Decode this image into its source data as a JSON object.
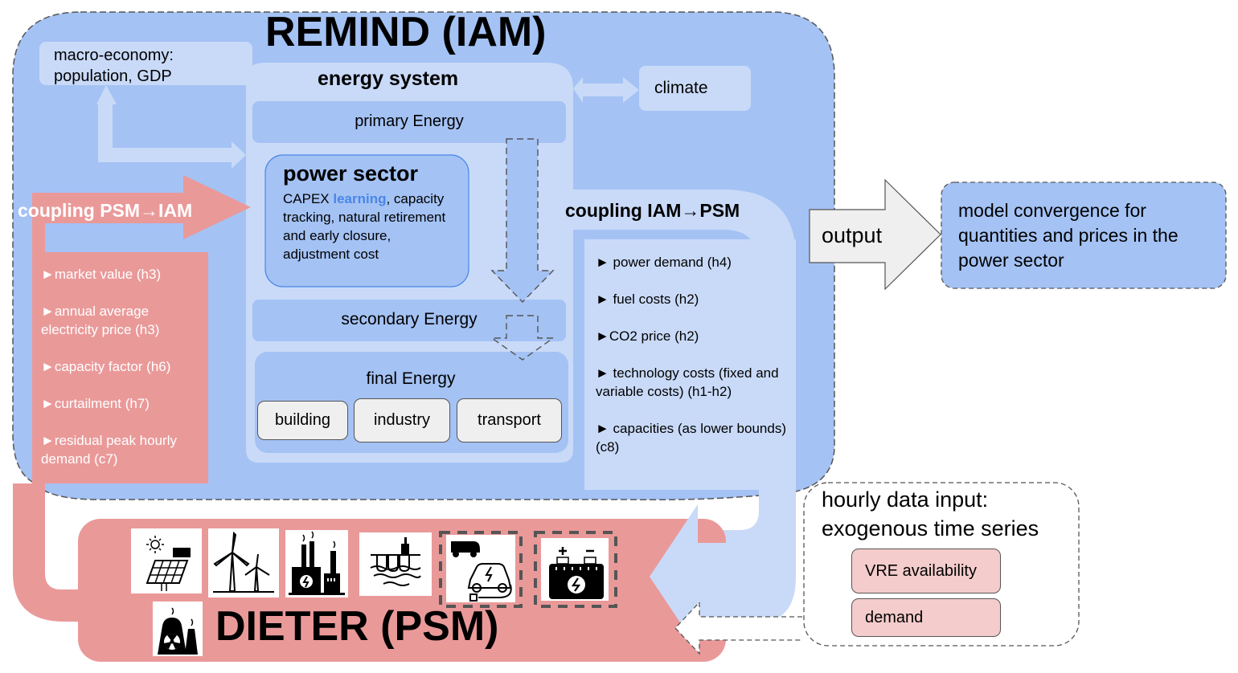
{
  "colors": {
    "remind_fill": "#a4c2f4",
    "light_blue": "#c9daf8",
    "dieter_fill": "#ea9999",
    "demand_fill": "#f4cccc",
    "learning_text": "#4a86e8",
    "sector_fill": "#efefef"
  },
  "remind": {
    "title": "REMIND (IAM)",
    "macro_line1": "macro-economy:",
    "macro_line2": "population, GDP",
    "energy_system": "energy system",
    "climate": "climate",
    "primary_energy": "primary Energy",
    "secondary_energy": "secondary Energy",
    "final_energy": "final Energy",
    "sectors": [
      "building",
      "industry",
      "transport"
    ],
    "power_sector": {
      "title": "power sector",
      "capex": "CAPEX ",
      "learning": "learning",
      "rest": ", capacity tracking, natural retirement and early closure, adjustment cost"
    }
  },
  "coupling_psm_iam": {
    "label": "coupling PSM→IAM",
    "items": [
      "►market value (h3)",
      "►annual average electricity price (h3)",
      "►capacity factor (h6)",
      "►curtailment (h7)",
      "►residual peak hourly demand (c7)"
    ]
  },
  "coupling_iam_psm": {
    "label": "coupling IAM→PSM",
    "items": [
      "► power demand (h4)",
      "► fuel costs (h2)",
      "►CO2 price (h2)",
      "► technology costs (fixed and variable costs) (h1-h2)",
      "► capacities (as lower bounds) (c8)"
    ]
  },
  "output": {
    "label": "output",
    "result": "model convergence for quantities and prices in the power sector"
  },
  "hourly_input": {
    "title": "hourly data input: exogenous time series",
    "items": [
      "VRE availability",
      "demand"
    ]
  },
  "dieter": {
    "title": "DIETER (PSM)",
    "icons": [
      "solar-pv-icon",
      "wind-turbine-icon",
      "fossil-power-plant-icon",
      "hydro-power-icon",
      "electric-vehicle-icon",
      "battery-storage-icon",
      "nuclear-plant-icon"
    ]
  }
}
